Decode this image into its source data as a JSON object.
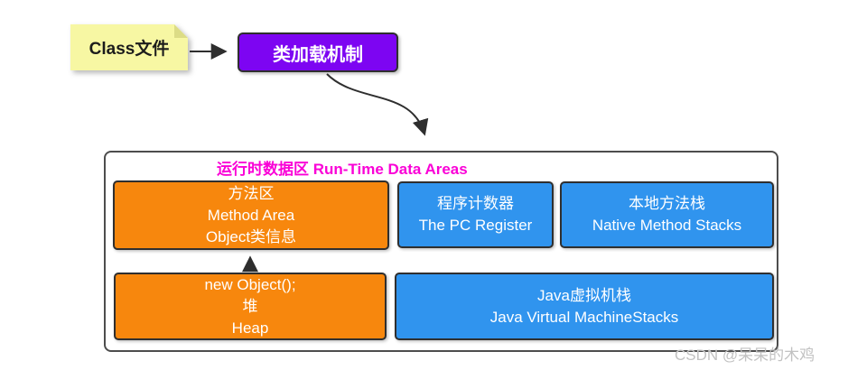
{
  "nodes": {
    "class_file": {
      "label": "Class文件"
    },
    "class_loader": {
      "label": "类加载机制"
    }
  },
  "runtime": {
    "title": "运行时数据区 Run-Time Data Areas",
    "method_area": {
      "lines": [
        "方法区",
        "Method Area",
        "Object类信息"
      ]
    },
    "pc_register": {
      "lines": [
        "程序计数器",
        "The PC Register"
      ]
    },
    "native_stacks": {
      "lines": [
        "本地方法栈",
        "Native Method Stacks"
      ]
    },
    "heap": {
      "lines": [
        "new Object();",
        "堆",
        "Heap"
      ]
    },
    "jvm_stacks": {
      "lines": [
        "Java虚拟机栈",
        "Java Virtual MachineStacks"
      ]
    }
  },
  "watermark": "CSDN @呆呆的木鸡",
  "colors": {
    "sticky_yellow": "#f7f7a3",
    "sticky_fold": "#dcdc86",
    "purple": "#7d05f2",
    "orange": "#f7870d",
    "blue": "#3094ee",
    "title_magenta": "#fa00d7",
    "arrow": "#2e2e2e",
    "watermark_gray": "#c2c2c2"
  }
}
